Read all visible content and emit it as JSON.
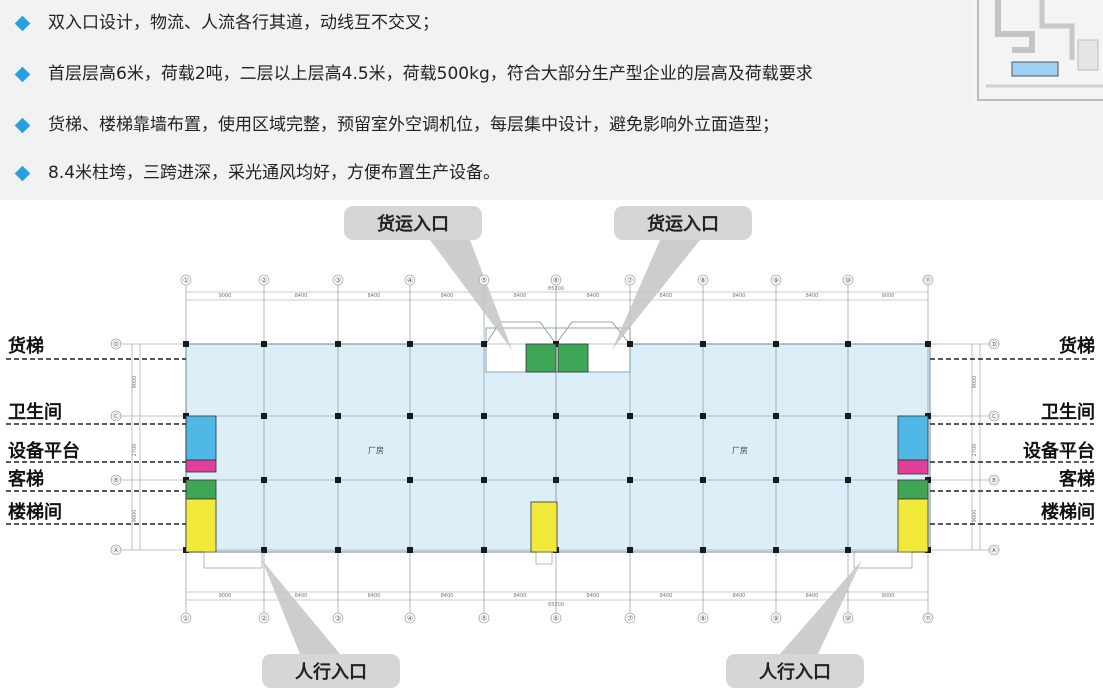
{
  "bullets": [
    "双入口设计，物流、人流各行其道，动线互不交叉；",
    "首层层高6米，荷载2吨，二层以上层高4.5米，荷载500kg，符合大部分生产型企业的层高及荷载要求",
    "货梯、楼梯靠墙布置，使用区域完整，预留室外空调机位，每层集中设计，避免影响外立面造型；",
    "8.4米柱垮，三跨进深，采光通风均好，方便布置生产设备。"
  ],
  "callouts": {
    "freight_entrance": "货运入口",
    "pedestrian_entrance": "人行入口"
  },
  "side_labels": {
    "freight_elevator": "货梯",
    "restroom": "卫生间",
    "equipment_platform": "设备平台",
    "passenger_elevator": "客梯",
    "stairwell": "楼梯间"
  },
  "plan": {
    "room_label": "厂房",
    "col_axes": [
      "①",
      "②",
      "③",
      "④",
      "⑤",
      "⑥",
      "⑦",
      "⑧",
      "⑨",
      "⑩",
      "⑪"
    ],
    "row_axes": [
      "Ⓐ",
      "Ⓑ",
      "Ⓒ",
      "Ⓓ"
    ],
    "top_spans": [
      "9000",
      "8400",
      "8400",
      "8400",
      "8400",
      "8400",
      "8400",
      "8400",
      "8400",
      "9000"
    ],
    "total_span": "85200",
    "row_spans": [
      "9000",
      "2700",
      "9000"
    ]
  },
  "colors": {
    "accent": "#27a0e2",
    "floor_fill": "#dceef8",
    "restroom": "#4fb8e6",
    "equipment": "#e0409a",
    "elevator": "#3fa657",
    "stair": "#f2ea3a",
    "callout_bg": "#d6d6d6"
  }
}
